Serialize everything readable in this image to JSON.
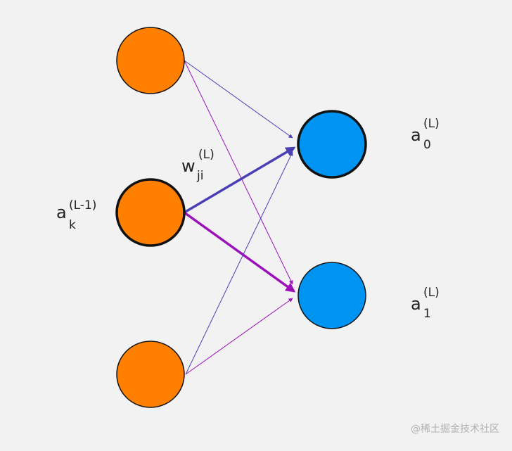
{
  "colors": {
    "background": "#f2f2f2",
    "input_node": "#ff8000",
    "output_node": "#0094f2",
    "node_stroke": "#111111",
    "edge_to_out0": "#4a3fb5",
    "edge_to_out1": "#9b10b8"
  },
  "nodes": {
    "inputs": [
      {
        "id": "in0",
        "highlighted": false
      },
      {
        "id": "in1",
        "highlighted": true
      },
      {
        "id": "in2",
        "highlighted": false
      }
    ],
    "outputs": [
      {
        "id": "out0",
        "highlighted": true
      },
      {
        "id": "out1",
        "highlighted": false
      }
    ]
  },
  "edges": [
    {
      "from": "in0",
      "to": "out0",
      "bold": false
    },
    {
      "from": "in0",
      "to": "out1",
      "bold": false
    },
    {
      "from": "in1",
      "to": "out0",
      "bold": true
    },
    {
      "from": "in1",
      "to": "out1",
      "bold": true
    },
    {
      "from": "in2",
      "to": "out0",
      "bold": false
    },
    {
      "from": "in2",
      "to": "out1",
      "bold": false
    }
  ],
  "labels": {
    "input_activation": {
      "base": "a",
      "sup": "(L-1)",
      "sub": "k"
    },
    "weight": {
      "base": "w",
      "sup": "(L)",
      "sub": "ji"
    },
    "output0": {
      "base": "a",
      "sup": "(L)",
      "sub": "0"
    },
    "output1": {
      "base": "a",
      "sup": "(L)",
      "sub": "1"
    }
  },
  "watermark": "@稀土掘金技术社区"
}
